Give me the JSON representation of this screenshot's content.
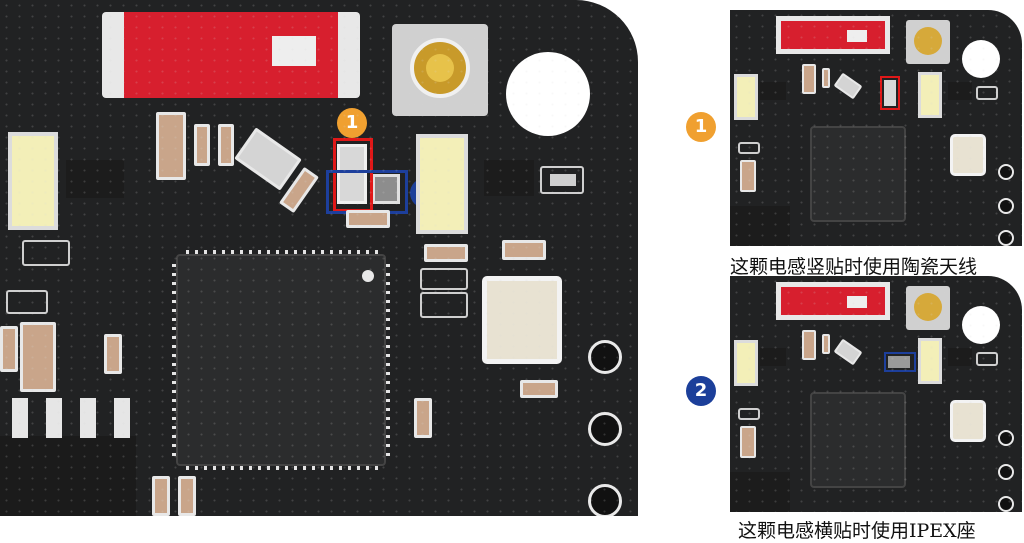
{
  "markers": {
    "m1": {
      "text": "1",
      "color": "#f0a030"
    },
    "m2": {
      "text": "2",
      "color": "#1c3f9a"
    }
  },
  "highlight_colors": {
    "red": "#e01818",
    "blue": "#1d3f9c"
  },
  "captions": {
    "top": "这颗电感竖贴时使用陶瓷天线",
    "bottom": "这颗电感横贴时使用IPEX座"
  },
  "labels": {
    "side_top": "1",
    "side_bottom": "2"
  }
}
